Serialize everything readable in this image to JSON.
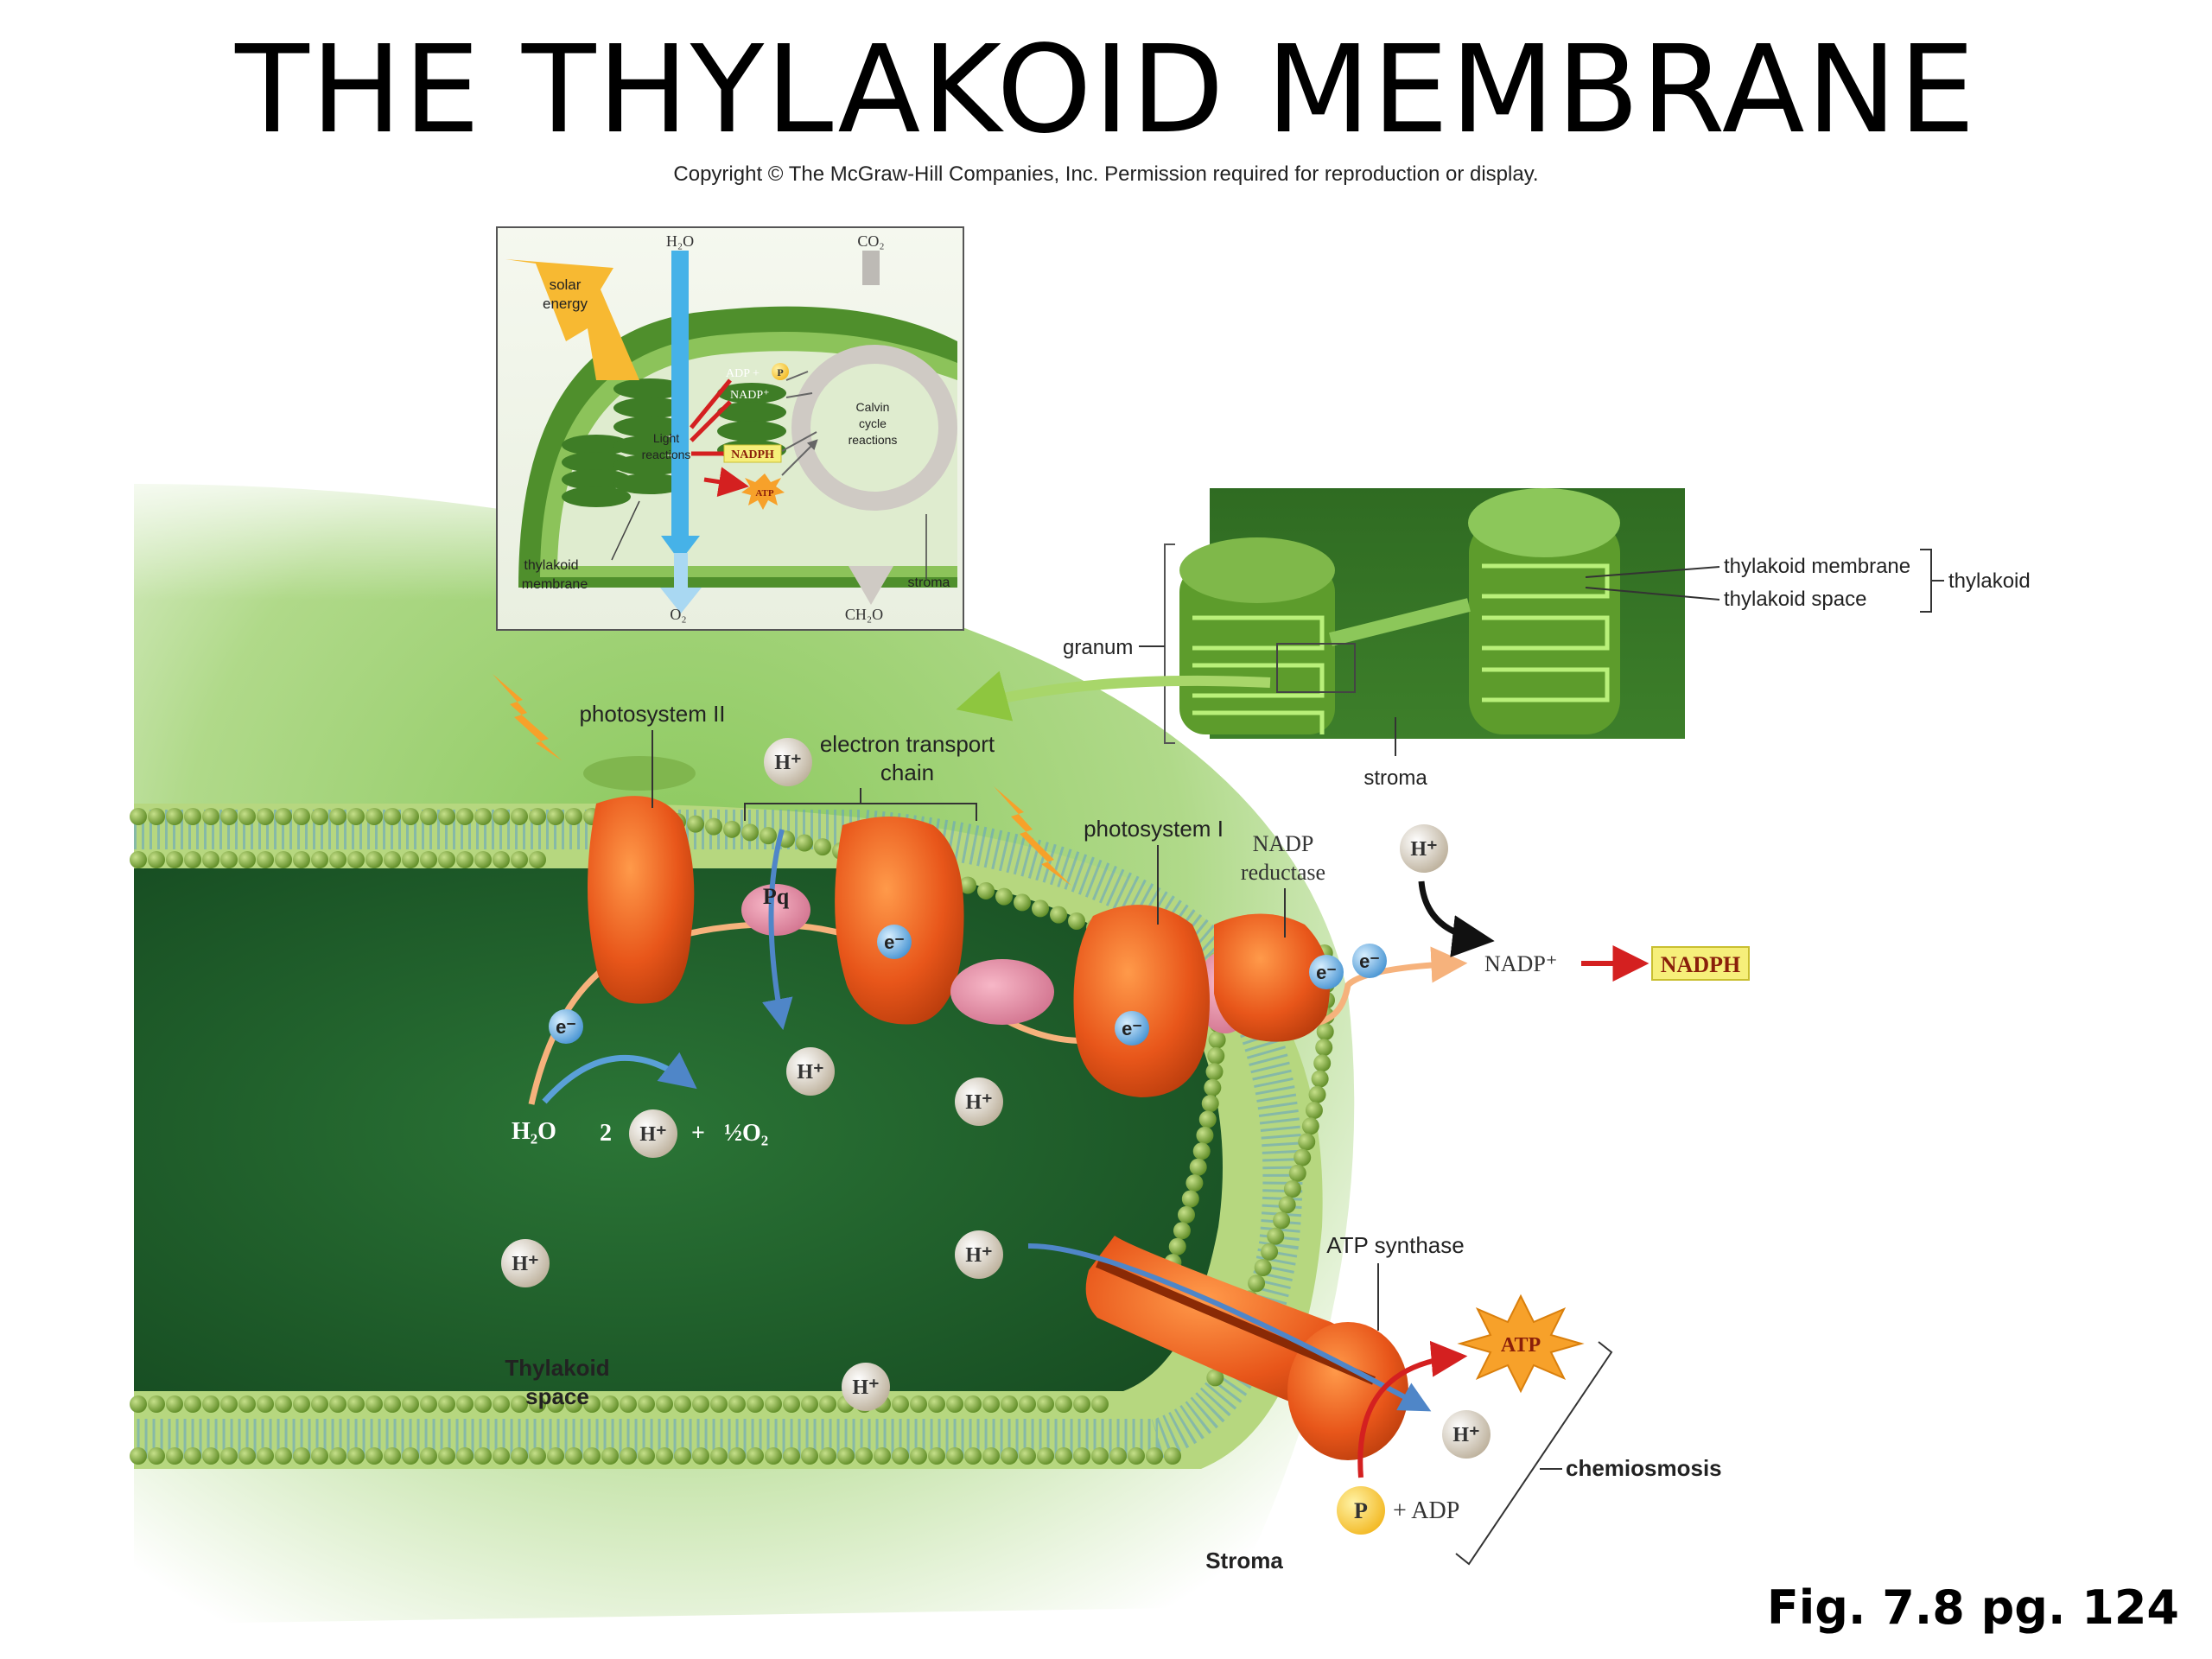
{
  "title": "THE THYLAKOID MEMBRANE",
  "copyright": "Copyright © The McGraw-Hill Companies, Inc. Permission required for reproduction or display.",
  "figure_ref": "Fig. 7.8 pg. 124",
  "inset": {
    "h2o": "H₂O",
    "co2": "CO₂",
    "o2": "O₂",
    "ch2o": "CH₂O",
    "solar_line1": "solar",
    "solar_line2": "energy",
    "adp_p": "ADP +",
    "p": "P",
    "nadp": "NADP⁺",
    "light_line1": "Light",
    "light_line2": "reactions",
    "nadph": "NADPH",
    "atp": "ATP",
    "calvin_line1": "Calvin",
    "calvin_line2": "cycle",
    "calvin_line3": "reactions",
    "thylakoid_line1": "thylakoid",
    "thylakoid_line2": "membrane",
    "stroma": "stroma"
  },
  "micrograph": {
    "thylakoid_membrane": "thylakoid membrane",
    "thylakoid_space": "thylakoid space",
    "thylakoid": "thylakoid",
    "granum": "granum",
    "stroma": "stroma"
  },
  "main": {
    "photosystem_ii": "photosystem II",
    "etc_line1": "electron transport",
    "etc_line2": "chain",
    "photosystem_i": "photosystem I",
    "nadp_reductase_line1": "NADP",
    "nadp_reductase_line2": "reductase",
    "pq": "Pq",
    "e": "e⁻",
    "h_ion": "H⁺",
    "nadp_plus": "NADP⁺",
    "nadph": "NADPH",
    "h2o": "H₂O",
    "two": "2",
    "plus": "+",
    "half_o2": "½O₂",
    "atp_synthase": "ATP synthase",
    "atp": "ATP",
    "p": "P",
    "plus_adp": "+ ADP",
    "chemiosmosis": "chemiosmosis",
    "thylakoid_space_line1": "Thylakoid",
    "thylakoid_space_line2": "space",
    "stroma": "Stroma"
  },
  "colors": {
    "membrane_green": "#6fae3c",
    "lumen_dark": "#1f5e2a",
    "protein_orange": "#e8561a",
    "electron_blue": "#4f9fd8",
    "arrow_red": "#d42020",
    "nadph_highlight": "#f6ef7a",
    "atp_star": "#f7a12a"
  }
}
